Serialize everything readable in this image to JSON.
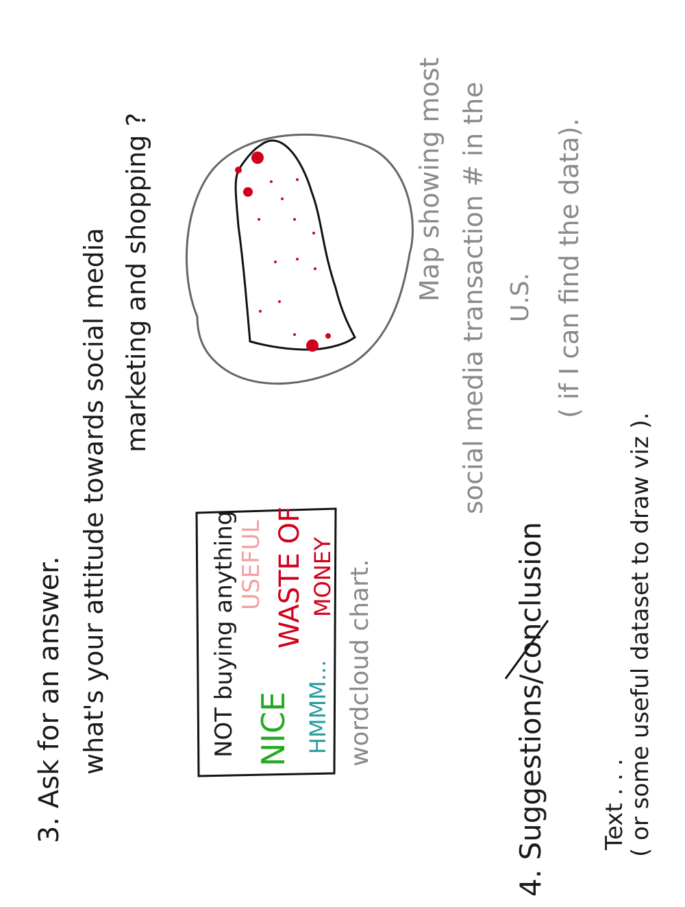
{
  "section3": {
    "heading": "3. Ask for an answer.",
    "question_line1": "what's your attitude towards social media",
    "question_line2": "marketing and shopping ?"
  },
  "wordcloud": {
    "words": {
      "not_buying": "NOT buying anything",
      "useful": "USEFUL",
      "nice": "NICE",
      "waste_of": "WASTE OF",
      "money": "MONEY",
      "hmmm": "HMMM..."
    },
    "caption": "wordcloud chart."
  },
  "map": {
    "caption_line1": "Map showing most",
    "caption_line2": "social media transaction # in the",
    "caption_line3": "U.S.",
    "caption_line4": "( if I can find the data)."
  },
  "section4": {
    "heading": "4. Suggestions/conclusion",
    "text": "Text . . .",
    "note": "( or some useful dataset to draw viz )."
  },
  "colors": {
    "ink": "#1a1a1a",
    "gray": "#8a8a8a",
    "red": "#d0021b",
    "pink": "#f2a0a0",
    "green": "#22aa22",
    "teal": "#2a9d9d"
  }
}
